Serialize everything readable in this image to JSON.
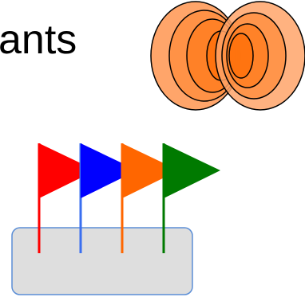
{
  "slide": {
    "heading": "ants"
  },
  "orbital": {
    "fill_color": "#ff7a1a",
    "outer_fill_color": "#ffa56a",
    "stroke_color": "#000000"
  },
  "flags": [
    {
      "name": "red-flag",
      "color": "#ff0000"
    },
    {
      "name": "blue-flag",
      "color": "#0000ff"
    },
    {
      "name": "orange-flag",
      "color": "#ff6600"
    },
    {
      "name": "green-flag",
      "color": "#007a00"
    }
  ],
  "platform": {
    "fill_color": "#dedede",
    "stroke_color": "#5b8ed6"
  }
}
